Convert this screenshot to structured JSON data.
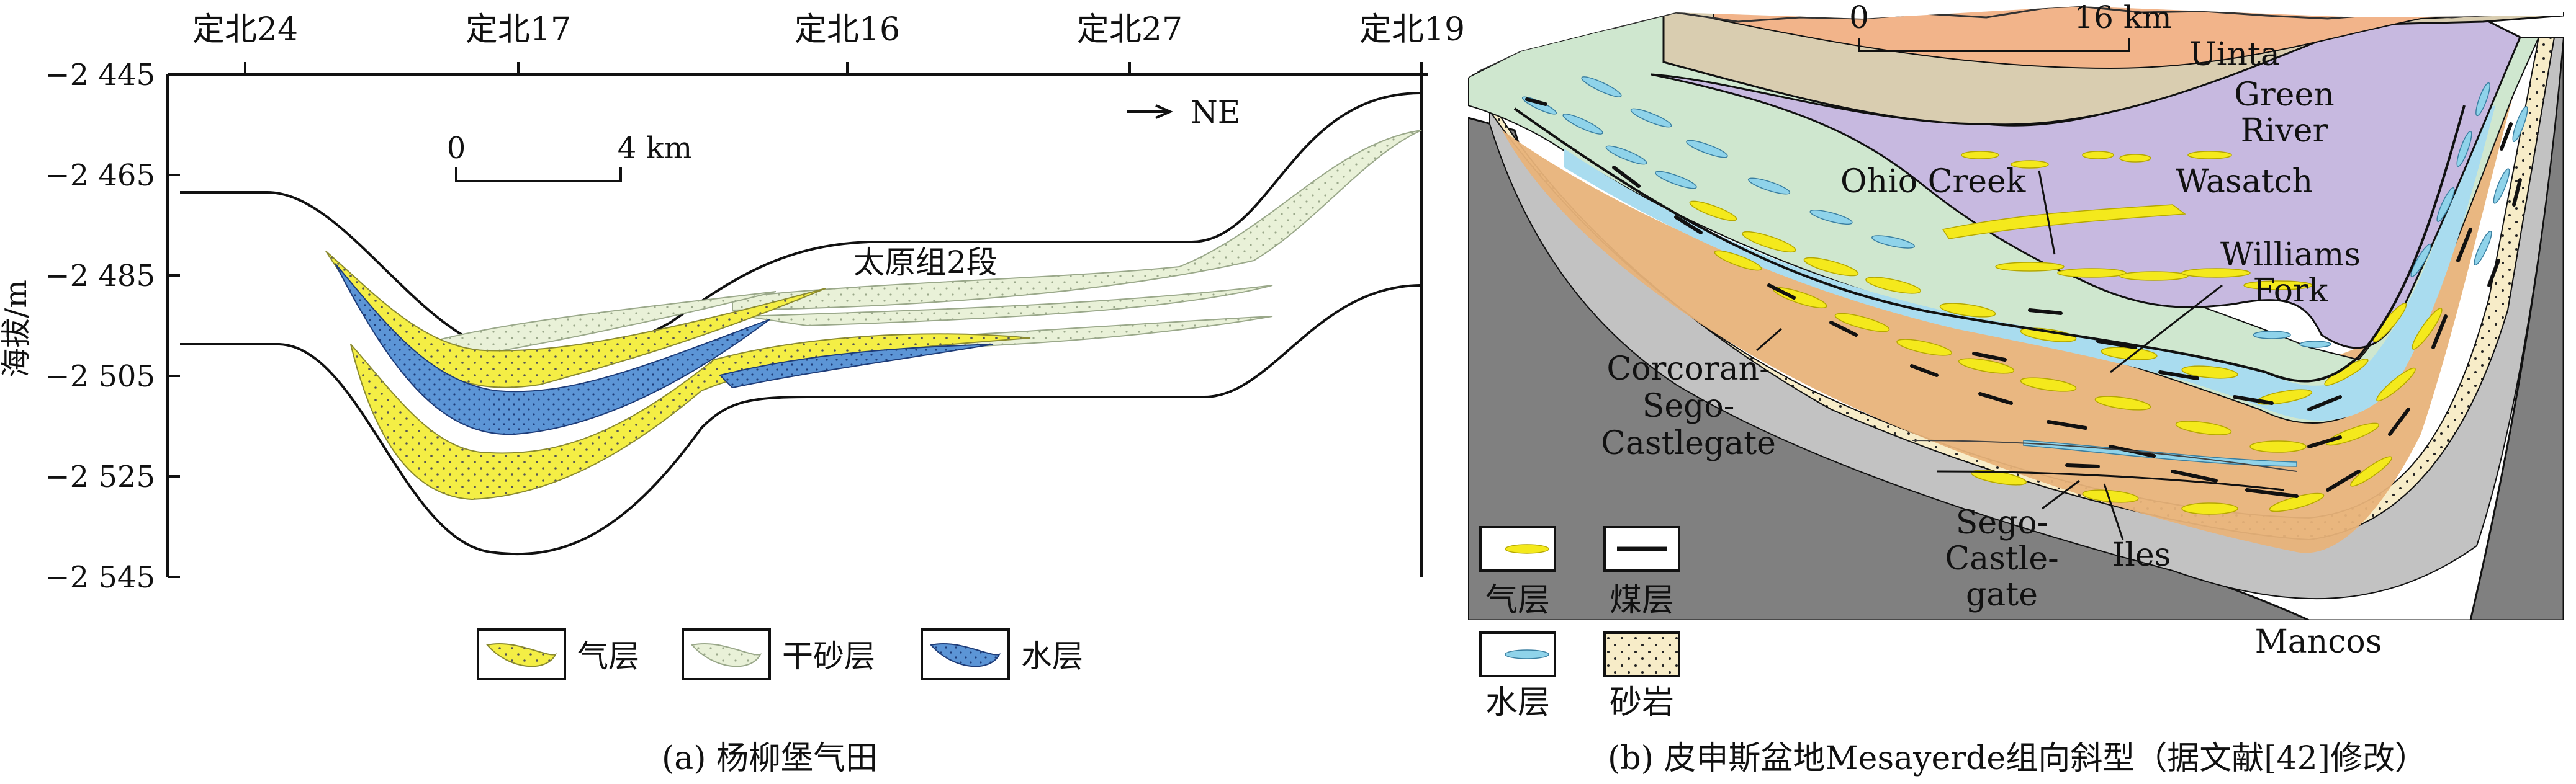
{
  "left_panel": {
    "wells": [
      "定北24",
      "定北17",
      "定北16",
      "定北27",
      "定北19"
    ],
    "y_axis_label": "海拔/m",
    "y_ticks": [
      "−2 445",
      "−2 465",
      "−2 485",
      "−2 505",
      "−2 525",
      "−2 545"
    ],
    "scale_bar": {
      "zero": "0",
      "end": "4 km"
    },
    "direction": "NE",
    "formation_label": "太原组2段",
    "legend": [
      {
        "label": "气层",
        "color": "#f4ee45"
      },
      {
        "label": "干砂层",
        "color": "#e9f1d8"
      },
      {
        "label": "水层",
        "color": "#5c95d6"
      }
    ],
    "caption": "(a) 杨柳堡气田"
  },
  "right_panel": {
    "scale_bar": {
      "zero": "0",
      "end": "16 km"
    },
    "unit_labels": {
      "uinta": "Uinta",
      "green_river_1": "Green",
      "green_river_2": "River",
      "ohio_creek": "Ohio Creek",
      "wasatch": "Wasatch",
      "williams_1": "Williams",
      "williams_2": "Fork",
      "corcoran_1": "Corcoran-",
      "corcoran_2": "Sego-",
      "corcoran_3": "Castlegate",
      "sego_1": "Sego-",
      "sego_2": "Castle-",
      "sego_3": "gate",
      "iles": "Iles",
      "mancos": "Mancos"
    },
    "legend": [
      {
        "label": "气层",
        "color": "#f4e91c"
      },
      {
        "label": "煤层",
        "color": "#111111"
      },
      {
        "label": "水层",
        "color": "#8fd3ea"
      },
      {
        "label": "砂岩",
        "color": "#f7ecc8"
      }
    ],
    "caption": "(b) 皮申斯盆地Mesayerde组向斜型（据文献[42]修改）"
  }
}
